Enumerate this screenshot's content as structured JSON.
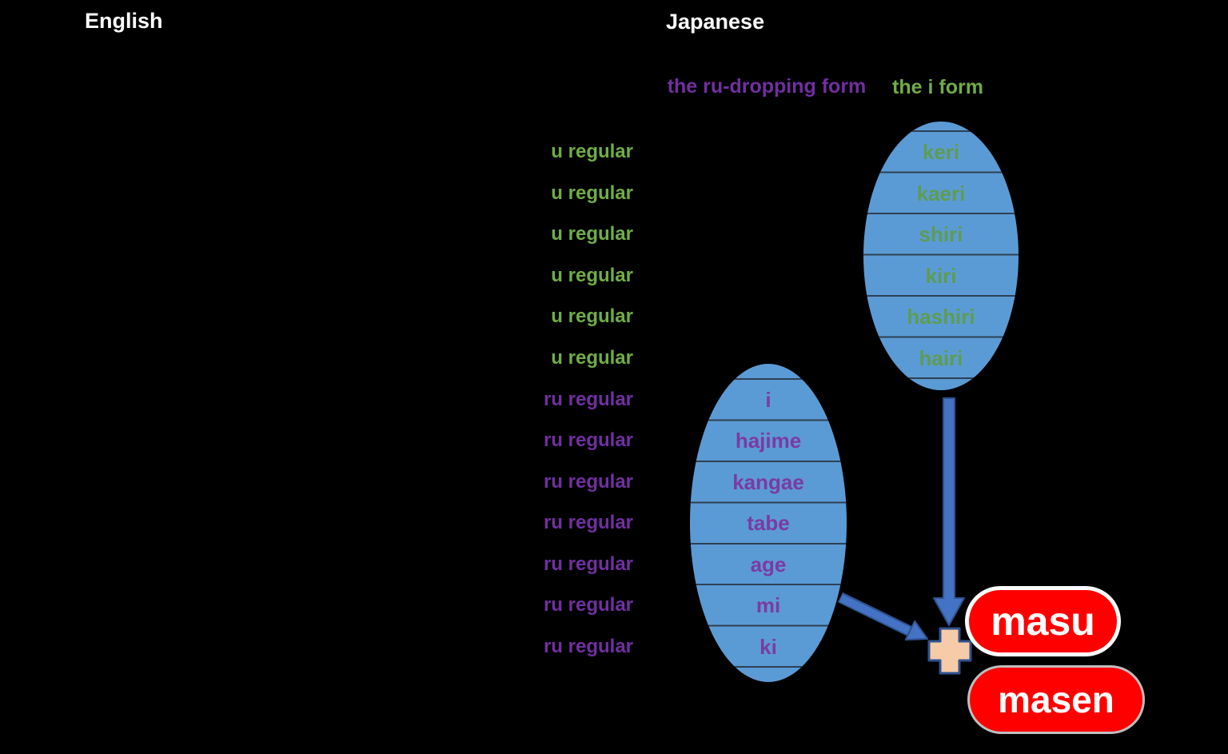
{
  "headers": {
    "english": "English",
    "japanese": "Japanese"
  },
  "i_form": {
    "label": "the i form",
    "verb_type_label": "u regular",
    "stems": [
      "keri",
      "kaeri",
      "shiri",
      "kiri",
      "hashiri",
      "hairi"
    ]
  },
  "ru_dropping_form": {
    "label": "the ru-dropping form",
    "verb_type_label": "ru regular",
    "stems": [
      "i",
      "hajime",
      "kangae",
      "tabe",
      "age",
      "mi",
      "ki"
    ]
  },
  "suffixes": {
    "affirmative": "masu",
    "negative": "masen"
  },
  "icons": {
    "plus": "+",
    "arrow_down": "↓",
    "arrow_diagonal": "↘"
  },
  "colors": {
    "background": "#000000",
    "header_text": "#ffffff",
    "green_label": "#70AD47",
    "purple_label": "#7030A0",
    "green_stem": "#5E9C50",
    "purple_stem": "#7B3AA4",
    "ellipse_fill": "#5B9BD5",
    "ellipse_divider": "#2E4053",
    "arrow_fill": "#4472C4",
    "arrow_outline": "#2F528F",
    "plus_fill": "#F6CBA8",
    "plus_outline": "#2F528F",
    "pill_fill": "#FF0000",
    "pill_text": "#ffffff",
    "masu_border": "#ffffff",
    "masen_border": "#BFBFBF"
  }
}
